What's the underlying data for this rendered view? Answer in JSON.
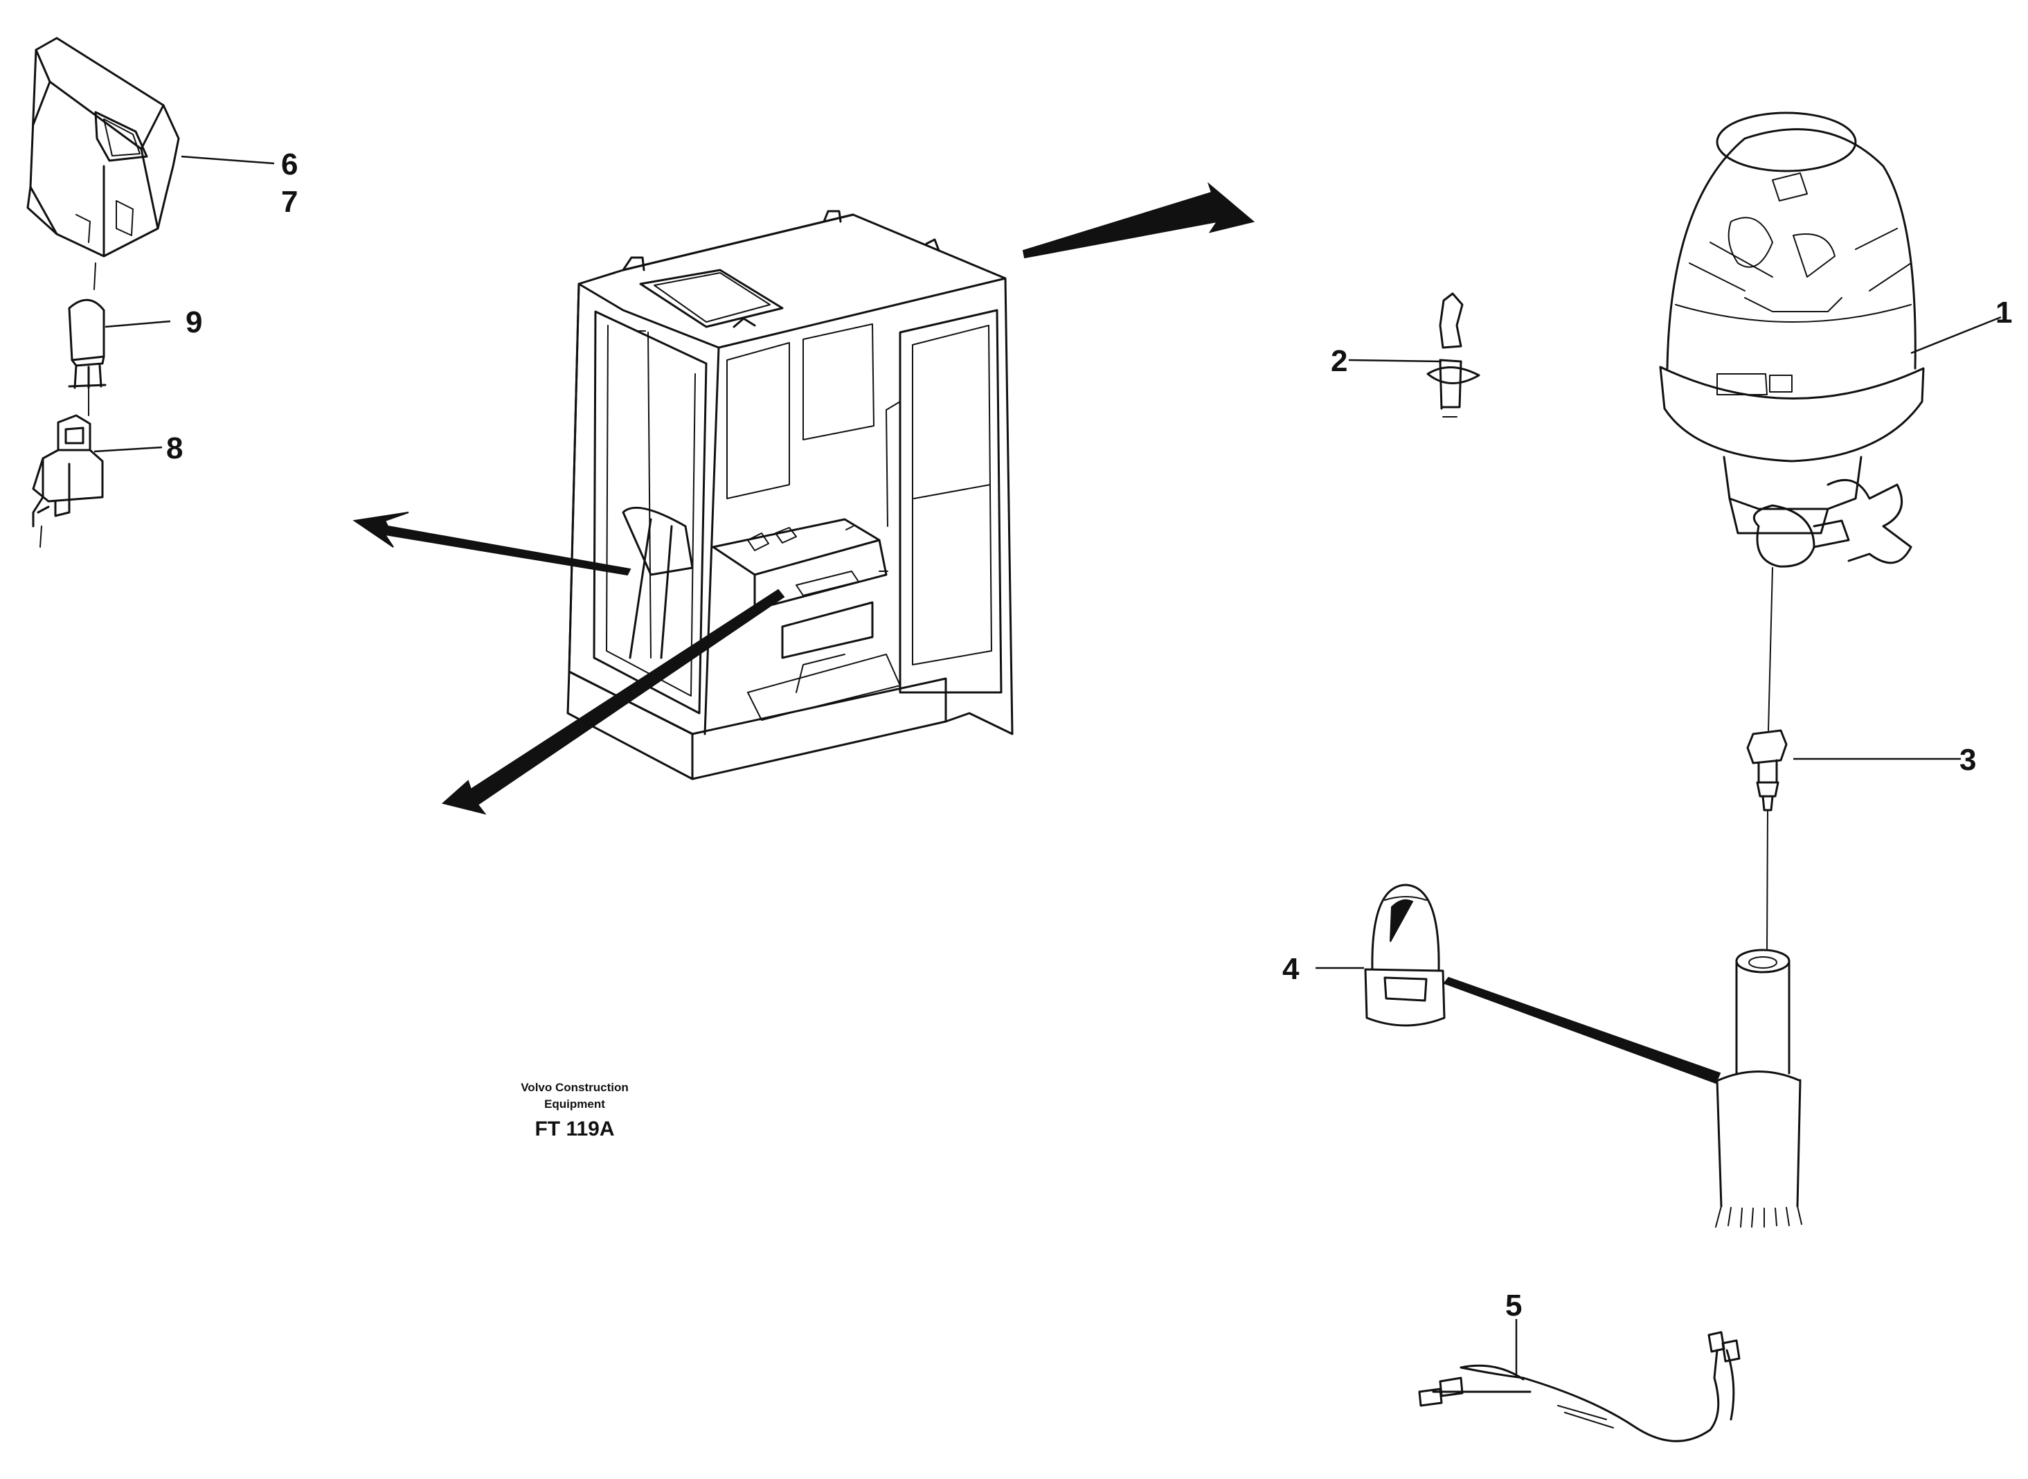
{
  "labels": {
    "l1": "1",
    "l2": "2",
    "l3": "3",
    "l4": "4",
    "l5": "5",
    "l6": "6",
    "l7": "7",
    "l8": "8",
    "l9": "9"
  },
  "caption": {
    "line1": "Volvo Construction",
    "line2": "Equipment",
    "code": "FT 119A"
  }
}
